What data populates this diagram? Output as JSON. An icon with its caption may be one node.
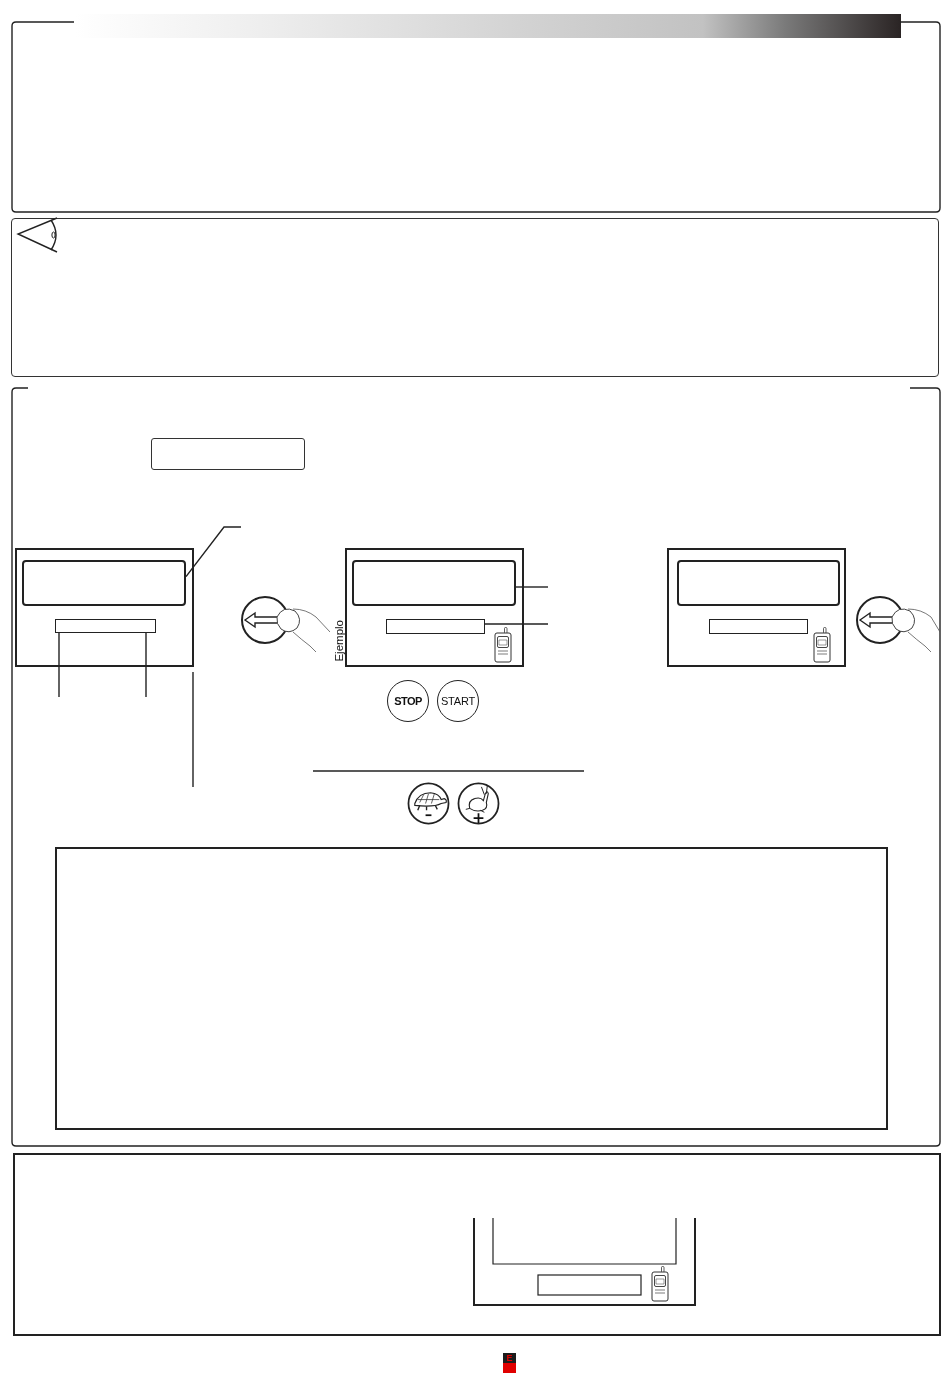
{
  "diagram": {
    "nodes": [
      {
        "text": [],
        "shape": "box"
      },
      {
        "text": [],
        "shape": "box",
        "in": 0
      },
      {
        "text": [],
        "shape": "box",
        "in": 0
      },
      {
        "text": [],
        "shape": "box",
        "beside": [
          "Ejemplo"
        ]
      },
      {
        "text": [],
        "shape": "box",
        "in": 3
      },
      {
        "text": [],
        "shape": "box",
        "in": 3
      },
      {
        "text": [],
        "shape": "box"
      },
      {
        "text": [],
        "shape": "box",
        "in": 6
      },
      {
        "text": [],
        "shape": "box",
        "in": 6
      },
      {
        "text": [
          "STOP"
        ]
      },
      {
        "text": [
          "START"
        ]
      }
    ],
    "edges": [
      {
        "from": null,
        "to": 1,
        "arrow": "none"
      },
      {
        "from": null,
        "to": 2,
        "arrow": "none"
      },
      {
        "from": null,
        "to": 2,
        "arrow": "none"
      },
      {
        "from": null,
        "to": 4,
        "arrow": "none"
      },
      {
        "from": null,
        "to": 5,
        "arrow": "none"
      }
    ],
    "labels": [
      "E"
    ]
  }
}
